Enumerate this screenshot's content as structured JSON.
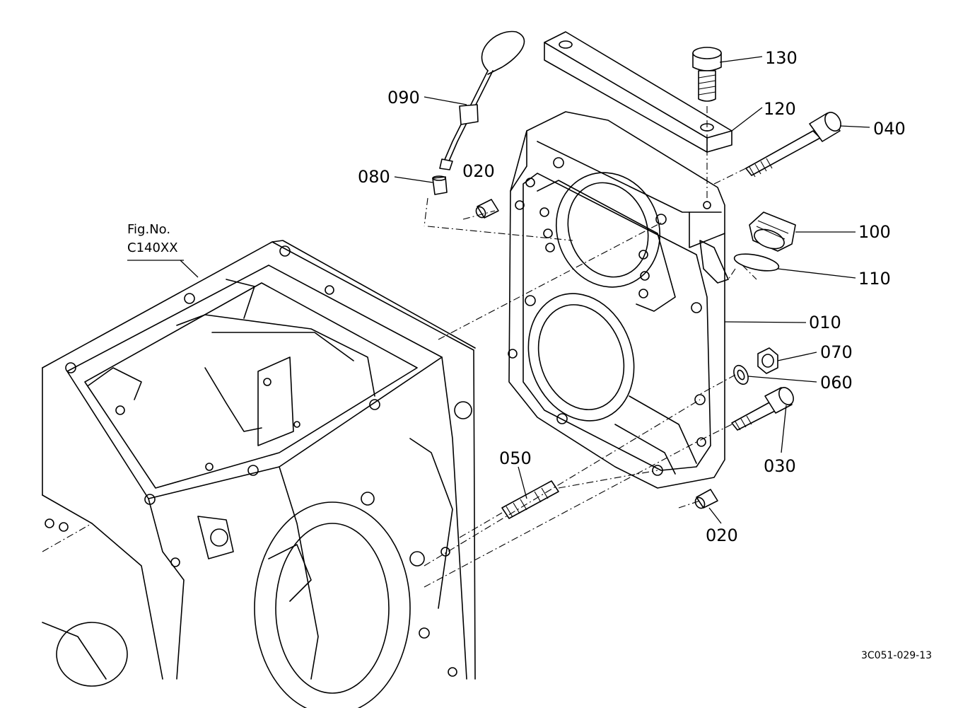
{
  "figure_reference": {
    "line1": "Fig.No.",
    "line2": "C140XX"
  },
  "callouts": {
    "p130": "130",
    "p120": "120",
    "p040": "040",
    "p090": "090",
    "p080": "080",
    "p020a": "020",
    "p100": "100",
    "p110": "110",
    "p010": "010",
    "p070": "070",
    "p060": "060",
    "p030": "030",
    "p050": "050",
    "p020b": "020"
  },
  "drawing_code": "3C051-029-13"
}
